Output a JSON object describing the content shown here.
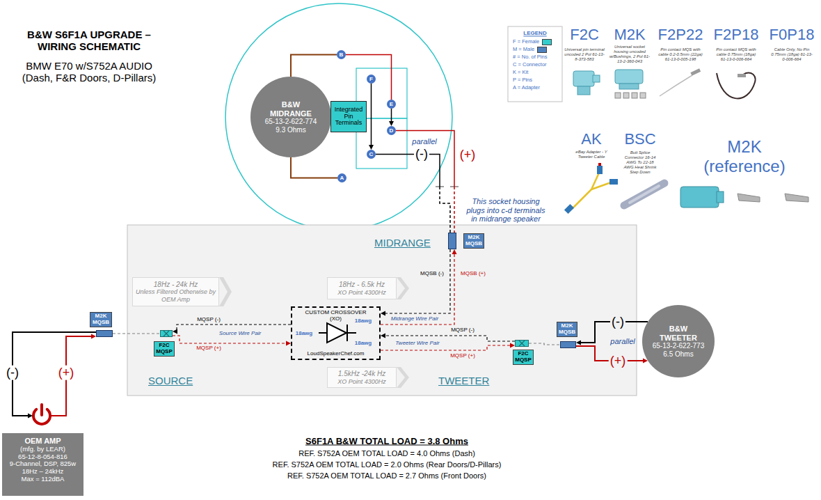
{
  "diagram": {
    "title": "B&W S6F1A UPGRADE – WIRING SCHEMATIC",
    "nodes": [
      {
        "text": [
          "B&W MIDRANGE",
          "65-13-2-622-774",
          "9.3 Ohms"
        ]
      },
      {
        "text": [
          "Integrated Pin Terminals"
        ]
      },
      {
        "text": [
          "B"
        ]
      },
      {
        "text": [
          "F"
        ]
      },
      {
        "text": [
          "E"
        ]
      },
      {
        "text": [
          "D"
        ]
      },
      {
        "text": [
          "C"
        ]
      },
      {
        "text": [
          "A"
        ]
      },
      {
        "text": [
          "MIDRANGE",
          "SOURCE",
          "TWEETER"
        ]
      },
      {
        "text": [
          "18Hz - 24k Hz",
          "Unless Filtered Otherwise by OEM Amp"
        ],
        "in": 8
      },
      {
        "text": [
          "18Hz - 6.5k Hz",
          "XO Point 4300Hz"
        ],
        "in": 8
      },
      {
        "text": [
          "CUSTOM CROSSOVER (XO)",
          "LoudSpeakerChef.com"
        ],
        "in": 8
      },
      {
        "text": [
          "1.5kHz -24k Hz",
          "XO Point 4300Hz"
        ],
        "in": 8
      },
      {
        "text": [
          "M2K MQSB"
        ],
        "in": 8
      },
      {
        "text": [
          "F2C MQSP"
        ],
        "in": 8
      },
      {
        "text": [
          "F2C MQSP"
        ],
        "in": 8
      },
      {
        "text": [
          "M2K MQSB"
        ]
      },
      {
        "text": [
          "M2K MQSB"
        ],
        "in": 8
      },
      {
        "text": [
          "B&W TWEETER",
          "65-13-2-622-773",
          "6.5 Ohms"
        ]
      },
      {
        "text": [
          "OEM AMP",
          "(mfg. by LEAR)",
          "65-12-8-054-816",
          "9-Channel, DSP, 825w",
          "18Hz – 24kHz",
          "Max = 112dBA"
        ]
      }
    ],
    "edges": [
      {
        "from": 0,
        "to": 2,
        "arrow": "none"
      },
      {
        "from": 0,
        "to": 7,
        "arrow": "none"
      },
      {
        "from": 2,
        "to": 4,
        "arrow": "none"
      },
      {
        "from": 3,
        "to": 6,
        "arrow": "to"
      },
      {
        "from": 4,
        "to": 5,
        "arrow": "to"
      },
      {
        "from": 6,
        "to": 13,
        "label": "(-)",
        "arrow": "none"
      },
      {
        "from": 5,
        "to": 13,
        "label": "(+)",
        "arrow": "none"
      },
      {
        "from": 13,
        "to": 11,
        "label": "MQSB (-)",
        "arrow": "to"
      },
      {
        "from": 11,
        "to": 13,
        "label": "MQSB (+)",
        "arrow": "to"
      },
      {
        "from": 16,
        "to": 19,
        "label": "(-)",
        "arrow": "to"
      },
      {
        "from": 19,
        "to": 16,
        "label": "(+)",
        "arrow": "to"
      },
      {
        "from": 16,
        "to": 14,
        "arrow": "none"
      },
      {
        "from": 11,
        "to": 14,
        "label": "MQSP (-)",
        "arrow": "to"
      },
      {
        "from": 14,
        "to": 11,
        "label": "MQSP (+)",
        "arrow": "to"
      },
      {
        "from": 15,
        "to": 11,
        "label": "MQSP (-)",
        "arrow": "to"
      },
      {
        "from": 11,
        "to": 15,
        "label": "MQSP (+)",
        "arrow": "to"
      },
      {
        "from": 15,
        "to": 17,
        "arrow": "none"
      },
      {
        "from": 18,
        "to": 17,
        "label": "(-)",
        "arrow": "to"
      },
      {
        "from": 17,
        "to": 18,
        "label": "(+)",
        "arrow": "to"
      }
    ],
    "labels": [
      "BMW E70 w/S752A AUDIO (Dash, F&R Doors, D-Pillars)",
      "parallel",
      "This socket housing plugs into c-d terminals in midrange speaker",
      "Source Wire Pair",
      "Midrange Wire Pair",
      "Tweeter Wire Pair",
      "18awg",
      "18awg",
      "18awg",
      "parallel",
      "S6F1A B&W TOTAL LOAD = 3.8 Ohms",
      "REF. S752A OEM TOTAL LOAD = 4.0 Ohms (Dash)",
      "REF. S752A OEM TOTAL LOAD = 2.0 Ohms (Rear Doors/D-Pillars)",
      "REF. S752A OEM TOTAL LOAD = 2.7 Ohms (Front Doors)",
      "LEGEND",
      "F2C",
      "Universal pin terminal uncoded 2 Pol 61-13-8-373-583",
      "M2K",
      "Universal socket housing uncoded w/Bushings, 2 Pol 61-13-2-360-043",
      "F2P22",
      "Pin contact MQS with cable 0.2-0.5mm (22ga) 61-13-0-005-198",
      "F2P18",
      "Pin contact MQS with cable 0.75mm (18ga) 61-13-0-006-664",
      "F0P18",
      "Cable Only, No Pin 0.75mm (18ga) 61-13-0-006-664",
      "AK",
      "eBay Adapter - Y Tweeter Cable",
      "BSC",
      "Butt Splice Connector 16-14 AWG To 22-18 AWG Heat Shrink Step Down",
      "M2K (reference)"
    ],
    "legend": [
      {
        "text": "F = Female",
        "color": "#33cccc"
      },
      {
        "text": "M = Male",
        "color": "#4f81bd"
      },
      {
        "text": "# = No. of Pins"
      },
      {
        "text": "C = Connector"
      },
      {
        "text": "K = Kit"
      },
      {
        "text": "P = Pins"
      },
      {
        "text": "A = Adapter"
      }
    ]
  }
}
